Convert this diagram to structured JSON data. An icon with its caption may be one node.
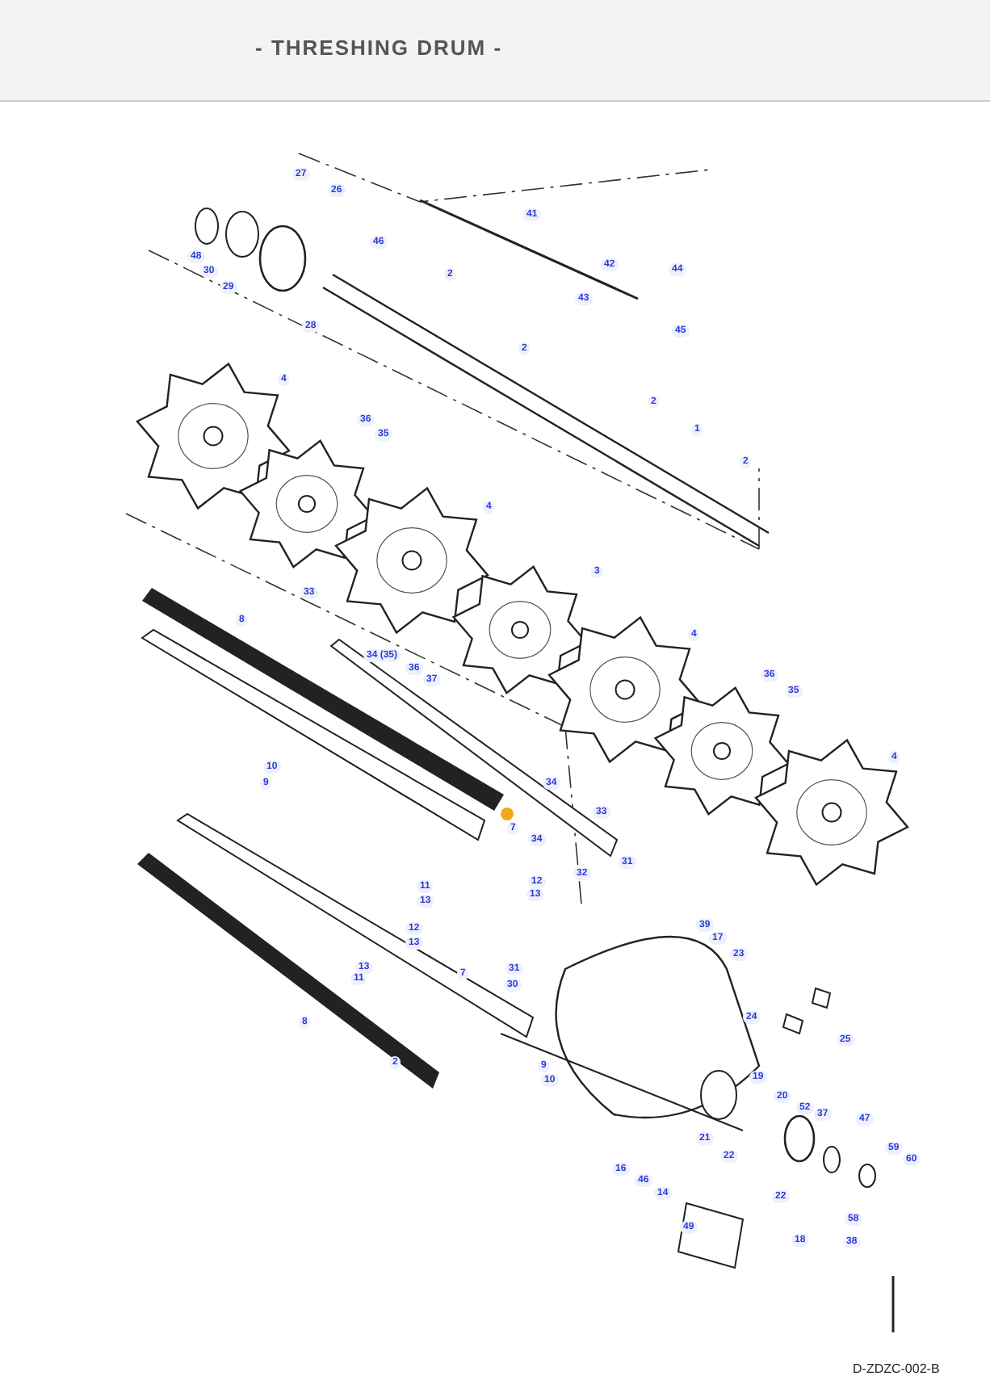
{
  "diagram": {
    "title": "- THRESHING DRUM -",
    "caption": "D-ZDZC-002-B",
    "labels": [
      "27",
      "26",
      "41",
      "46",
      "48",
      "2",
      "30",
      "42",
      "44",
      "29",
      "43",
      "28",
      "45",
      "2",
      "4",
      "2",
      "36",
      "35",
      "1",
      "2",
      "4",
      "33",
      "8",
      "3",
      "34 (35)",
      "36",
      "37",
      "4",
      "36",
      "35",
      "10",
      "9",
      "34",
      "4",
      "33",
      "7",
      "34",
      "31",
      "32",
      "11",
      "12",
      "13",
      "13",
      "12",
      "13",
      "13",
      "11",
      "7",
      "31",
      "30",
      "8",
      "2",
      "9",
      "10",
      "39",
      "17",
      "23",
      "24",
      "25",
      "19",
      "20",
      "52",
      "37",
      "47",
      "21",
      "22",
      "59",
      "60",
      "16",
      "46",
      "14",
      "22",
      "58",
      "49",
      "18",
      "38"
    ]
  }
}
